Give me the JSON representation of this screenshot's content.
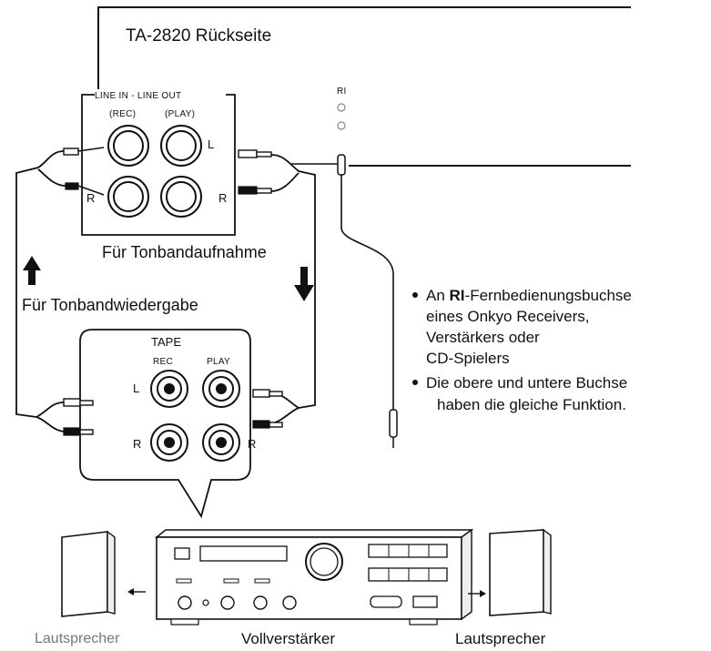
{
  "deck": {
    "title": "TA-2820 Rückseite",
    "panel_header": "LINE IN - LINE OUT",
    "rec_label": "(REC)",
    "play_label": "(PLAY)",
    "left_label": "L",
    "right_label": "R"
  },
  "flow": {
    "recording_label": "Für Tonbandaufnahme",
    "playback_label": "Für Tonbandwiedergabe"
  },
  "amp_panel": {
    "title": "TAPE",
    "rec_label": "REC",
    "play_label": "PLAY",
    "left_label": "L",
    "right_label": "R"
  },
  "notes": {
    "bullet1_prefix": "An ",
    "bullet1_logo": "RI",
    "bullet1_line1_suffix": "-Fernbedienungsbuchse",
    "bullet1_line2": "eines Onkyo Receivers,",
    "bullet1_line3": "Verstärkers oder",
    "bullet1_line4": "CD-Spielers",
    "bullet2_line1": "Die obere und untere Buchse",
    "bullet2_line2": "haben die gleiche Funktion."
  },
  "captions": {
    "left_speaker": "Lautsprecher",
    "amplifier": "Vollverstärker",
    "right_speaker": "Lautsprecher"
  },
  "icons": {
    "arrow_up": "arrow-up-icon",
    "arrow_down": "arrow-down-icon",
    "ri_logo": "ri-logo-icon"
  }
}
